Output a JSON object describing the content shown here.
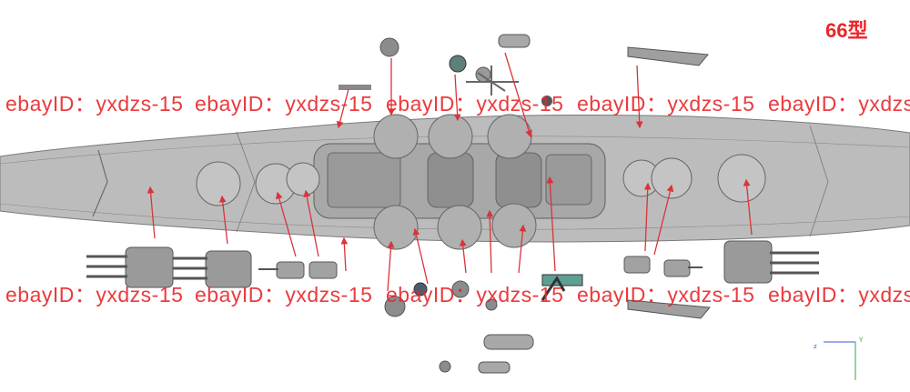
{
  "model_label": "66型",
  "watermark_text": "ebayID：yxdzs-15",
  "watermark_color": "#e8262a",
  "axis": {
    "z": "z",
    "y": "Y"
  },
  "hull_color": "#b9b9b9",
  "arrow_color": "#d8343a"
}
